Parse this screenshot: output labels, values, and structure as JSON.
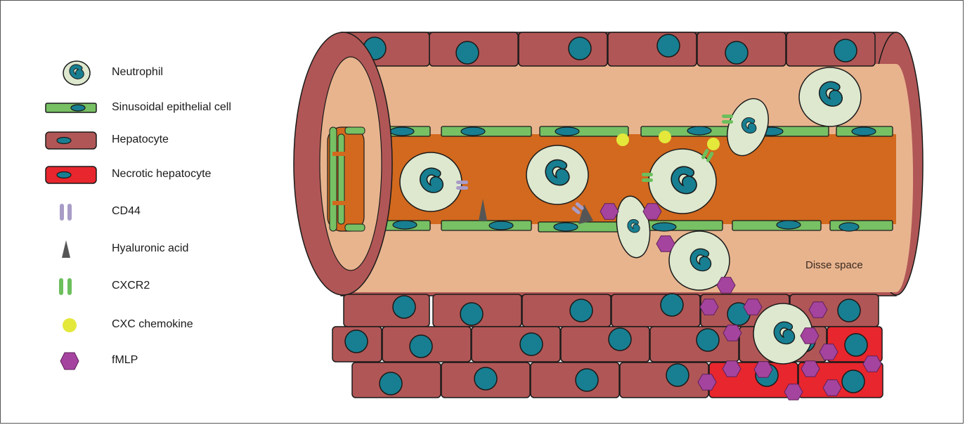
{
  "legend": {
    "items": [
      {
        "key": "neutrophil",
        "label": "Neutrophil"
      },
      {
        "key": "sinusoidal_epithelial_cell",
        "label": "Sinusoidal epithelial cell"
      },
      {
        "key": "hepatocyte",
        "label": "Hepatocyte"
      },
      {
        "key": "necrotic_hepatocyte",
        "label": "Necrotic hepatocyte"
      },
      {
        "key": "cd44",
        "label": "CD44"
      },
      {
        "key": "hyaluronic_acid",
        "label": "Hyaluronic acid"
      },
      {
        "key": "cxcr2",
        "label": "CXCR2"
      },
      {
        "key": "cxc_chemokine",
        "label": "CXC chemokine"
      },
      {
        "key": "fmlp",
        "label": "fMLP"
      }
    ]
  },
  "diagram": {
    "disse_space_label": "Disse space"
  },
  "colors": {
    "hepatocyte": "#b15656",
    "necrotic_hepatocyte": "#e8262d",
    "nucleus": "#177f91",
    "sinusoid_endothelium": "#77c064",
    "lumen": "#d2691e",
    "disse_space": "#e8b48e",
    "neutrophil": "#dde8cf",
    "cd44": "#a89cc7",
    "cxcr2": "#6cbf5c",
    "hyaluronic_acid": "#555555",
    "chemokine": "#e4e83a",
    "fmlp": "#a5449f"
  },
  "icons": [
    "neutrophil-icon",
    "sinusoidal-cell-icon",
    "hepatocyte-icon",
    "necrotic-hepatocyte-icon",
    "cd44-icon",
    "hyaluronic-acid-icon",
    "cxcr2-icon",
    "chemokine-icon",
    "fmlp-icon"
  ]
}
